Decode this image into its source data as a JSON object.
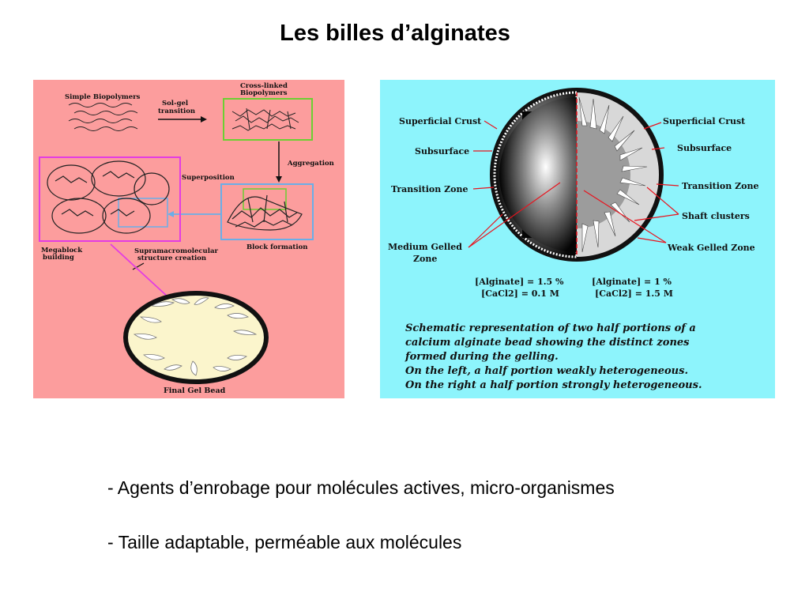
{
  "title": "Les billes d’alginates",
  "left_diagram": {
    "labels": {
      "simple_biopolymers": "Simple Biopolymers",
      "sol_gel_1": "Sol-gel",
      "sol_gel_2": "transition",
      "crosslinked_1": "Cross-linked",
      "crosslinked_2": "Biopolymers",
      "aggregation": "Aggregation",
      "superposition": "Superposition",
      "block_formation": "Block formation",
      "megablock_1": "Megablock",
      "megablock_2": "building",
      "supra_1": "Supramacromolecular",
      "supra_2": "structure creation",
      "final_gel_bead": "Final Gel Bead"
    },
    "colors": {
      "background": "#fc9d9d",
      "green_box": "#6ccf32",
      "blue_box": "#6aaee8",
      "magenta_box": "#e33ce3",
      "bead_fill": "#fbf5cc"
    }
  },
  "right_diagram": {
    "left_labels": [
      "Superficial Crust",
      "Subsurface",
      "Transition Zone",
      "Medium Gelled",
      "Zone"
    ],
    "right_labels": [
      "Superficial Crust",
      "Subsurface",
      "Transition Zone",
      "Shaft clusters",
      "Weak Gelled Zone"
    ],
    "left_conditions": {
      "alginate": "[Alginate] = 1.5 %",
      "cacl2": "[CaCl2] = 0.1 M"
    },
    "right_conditions": {
      "alginate": "[Alginate] = 1 %",
      "cacl2": "[CaCl2] = 1.5 M"
    },
    "caption": [
      "Schematic representation of two half portions of a",
      "calcium alginate bead showing the distinct zones",
      "formed during the gelling.",
      "On the left, a half portion weakly heterogeneous.",
      "On the right a half portion strongly heterogeneous."
    ],
    "colors": {
      "background": "#8df4fc",
      "arrow": "#e8141e"
    }
  },
  "bullets": [
    "- Agents d’enrobage pour molécules actives, micro-organismes",
    "- Taille adaptable, perméable aux molécules"
  ]
}
